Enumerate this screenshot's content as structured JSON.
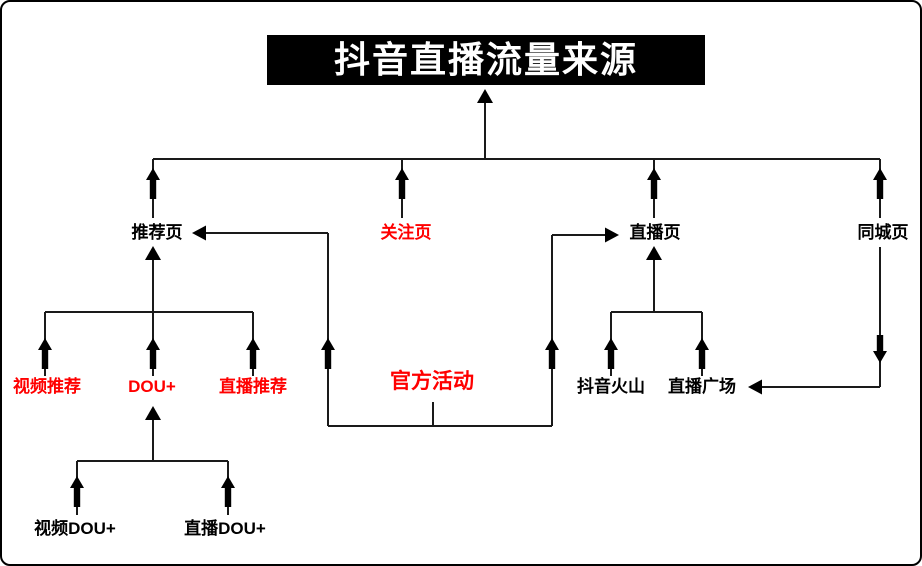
{
  "title": {
    "text": "抖音直播流量来源"
  },
  "palette": {
    "red": "#FF0000",
    "black": "#000000",
    "line": "#1A1A1A",
    "arrowhead": "#000000",
    "title-bg": "#000000",
    "title-text": "#FFFFFF",
    "background": "#FFFFFF"
  },
  "nodes": {
    "recommend": {
      "label": "推荐页",
      "color": "#000000"
    },
    "follow": {
      "label": "关注页",
      "color": "#FF0000"
    },
    "live": {
      "label": "直播页",
      "color": "#000000"
    },
    "city": {
      "label": "同城页",
      "color": "#000000"
    },
    "video_rec": {
      "label": "视频推荐",
      "color": "#FF0000"
    },
    "dou_plus": {
      "label": "DOU+",
      "color": "#FF0000"
    },
    "live_rec": {
      "label": "直播推荐",
      "color": "#FF0000"
    },
    "official": {
      "label": "官方活动",
      "color": "#FF0000"
    },
    "huoshan": {
      "label": "抖音火山",
      "color": "#000000"
    },
    "plaza": {
      "label": "直播广场",
      "color": "#000000"
    },
    "video_dou": {
      "label": "视频DOU+",
      "color": "#000000"
    },
    "live_dou": {
      "label": "直播DOU+",
      "color": "#000000"
    }
  },
  "edges": [
    {
      "from": "推荐页",
      "to": "抖音直播流量来源"
    },
    {
      "from": "关注页",
      "to": "抖音直播流量来源"
    },
    {
      "from": "直播页",
      "to": "抖音直播流量来源"
    },
    {
      "from": "同城页",
      "to": "抖音直播流量来源"
    },
    {
      "from": "视频推荐",
      "to": "推荐页"
    },
    {
      "from": "DOU+",
      "to": "推荐页"
    },
    {
      "from": "直播推荐",
      "to": "推荐页"
    },
    {
      "from": "视频DOU+",
      "to": "DOU+"
    },
    {
      "from": "直播DOU+",
      "to": "DOU+"
    },
    {
      "from": "官方活动",
      "to": "推荐页"
    },
    {
      "from": "官方活动",
      "to": "直播页"
    },
    {
      "from": "抖音火山",
      "to": "直播页"
    },
    {
      "from": "直播广场",
      "to": "直播页"
    },
    {
      "from": "同城页",
      "to": "直播广场"
    }
  ]
}
